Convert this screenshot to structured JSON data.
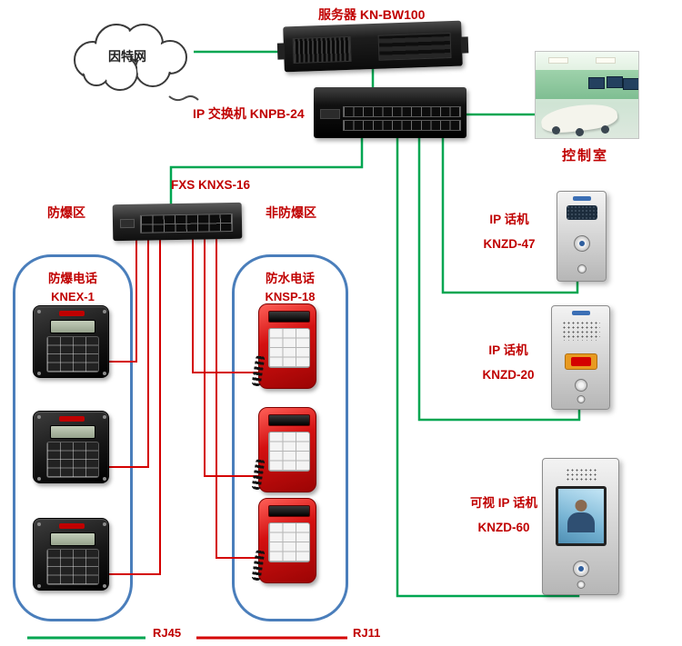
{
  "colors": {
    "rj45_line": "#00a651",
    "rj11_line": "#d40000",
    "label_text": "#c00000",
    "zone_border": "#4a7ebb"
  },
  "internet": {
    "label": "因特网"
  },
  "server": {
    "label": "服务器 KN-BW100"
  },
  "ip_switch": {
    "label": "IP 交换机 KNPB-24"
  },
  "control_room": {
    "label": "控制室"
  },
  "fxs_gateway": {
    "label": "FXS KNXS-16"
  },
  "zones": {
    "explosion_proof": "防爆区",
    "non_explosion_proof": "非防爆区"
  },
  "phone_groups": {
    "explosion_proof": {
      "title": "防爆电话",
      "model": "KNEX-1"
    },
    "waterproof": {
      "title": "防水电话",
      "model": "KNSP-18"
    }
  },
  "door_phones": [
    {
      "title": "IP 话机",
      "model": "KNZD-47"
    },
    {
      "title": "IP 话机",
      "model": "KNZD-20"
    },
    {
      "title": "可视 IP 话机",
      "model": "KNZD-60"
    }
  ],
  "legend": {
    "rj45_label": "RJ45",
    "rj11_label": "RJ11"
  }
}
